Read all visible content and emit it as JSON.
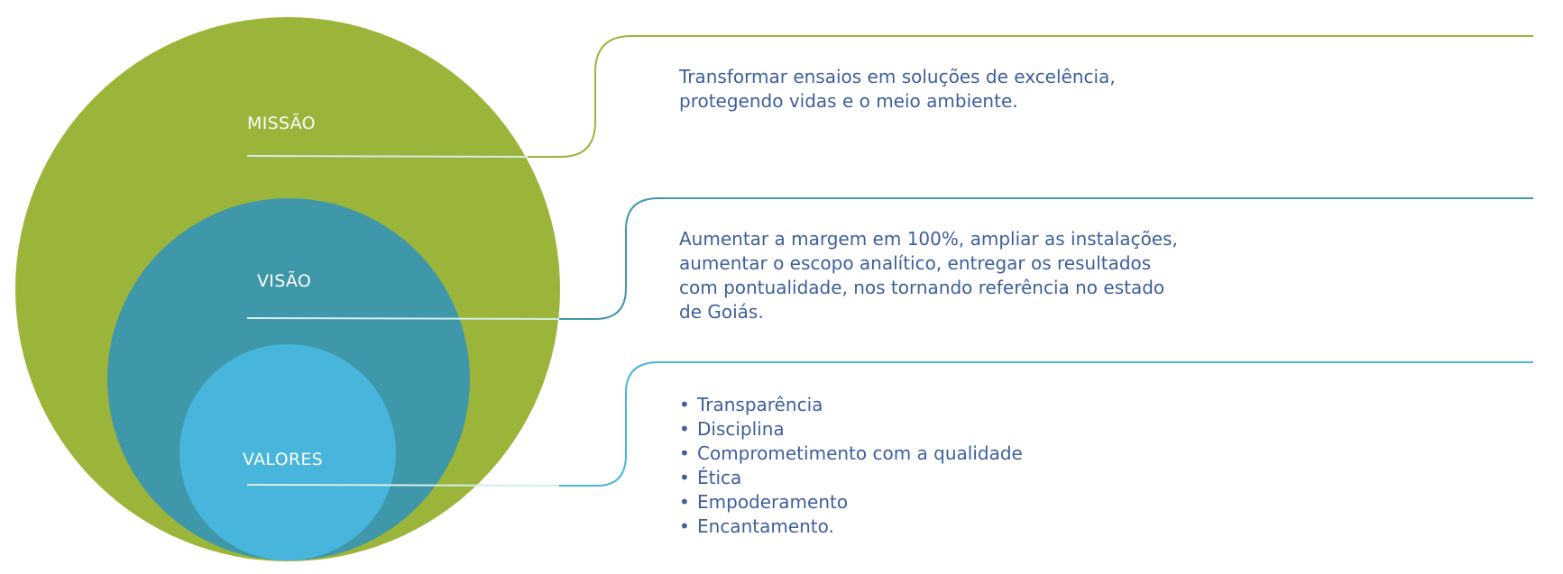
{
  "colors": {
    "mission": "#9bb53a",
    "vision": "#3e98a9",
    "values": "#48b5dc",
    "text": "#3d5f9b"
  },
  "mission": {
    "label": "MISSÃO",
    "lines": [
      "Transformar ensaios em soluções de excelência,",
      "protegendo vidas e o meio ambiente."
    ]
  },
  "vision": {
    "label": "VISÃO",
    "lines": [
      "Aumentar a margem em 100%, ampliar as instalações,",
      "aumentar o escopo analítico, entregar os resultados",
      "com pontualidade, nos tornando referência no estado",
      "de Goiás."
    ]
  },
  "values": {
    "label": "VALORES",
    "bullet": "•",
    "items": [
      "Transparência",
      "Disciplina",
      "Comprometimento com a qualidade",
      "Ética",
      "Empoderamento",
      "Encantamento."
    ]
  }
}
